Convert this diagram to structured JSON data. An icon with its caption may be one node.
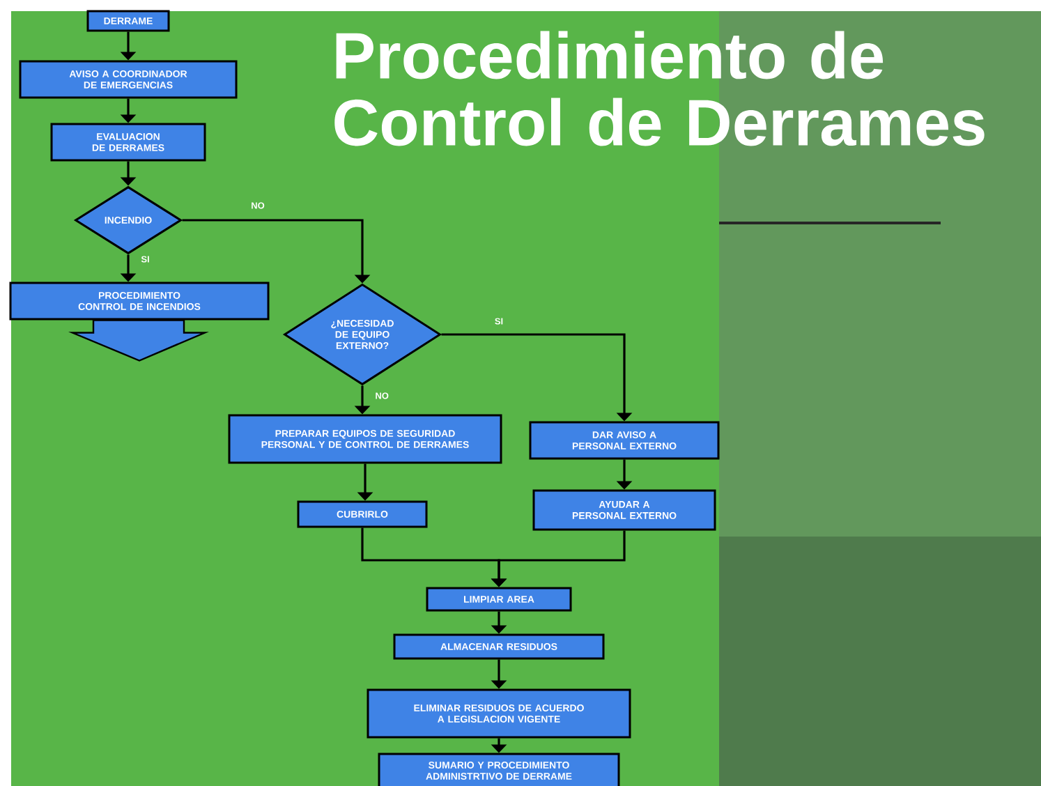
{
  "diagram": {
    "title": "Procedimiento de Control de Derrames",
    "nodes": [
      {
        "text": [
          "DERRAME"
        ]
      },
      {
        "text": [
          "AVISO A COORDINADOR DE EMERGENCIAS"
        ]
      },
      {
        "text": [
          "EVALUACION DE DERRAMES"
        ]
      },
      {
        "text": [
          "INCENDIO"
        ]
      },
      {
        "text": [
          "PROCEDIMIENTO CONTROL DE INCENDIOS"
        ]
      },
      {
        "text": [
          "¿NECESIDAD DE EQUIPO EXTERNO?"
        ]
      },
      {
        "text": [
          "PREPARAR EQUIPOS DE SEGURIDAD PERSONAL Y DE CONTROL DE DERRAMES"
        ]
      },
      {
        "text": [
          "DAR AVISO A PERSONAL EXTERNO"
        ]
      },
      {
        "text": [
          "CUBRIRLO"
        ]
      },
      {
        "text": [
          "AYUDAR A PERSONAL EXTERNO"
        ]
      },
      {
        "text": [
          "LIMPIAR AREA"
        ]
      },
      {
        "text": [
          "ALMACENAR RESIDUOS"
        ]
      },
      {
        "text": [
          "ELIMINAR RESIDUOS DE ACUERDO A LEGISLACION VIGENTE"
        ]
      },
      {
        "text": [
          "SUMARIO Y PROCEDIMIENTO ADMINISTRTIVO DE DERRAME"
        ]
      }
    ],
    "edges": [
      {
        "from": 0,
        "to": 1,
        "arrow": "to"
      },
      {
        "from": 1,
        "to": 2,
        "arrow": "to"
      },
      {
        "from": 2,
        "to": 3,
        "arrow": "to"
      },
      {
        "from": 3,
        "to": 5,
        "arrow": "to",
        "label": "NO"
      },
      {
        "from": 3,
        "to": 4,
        "arrow": "to",
        "label": "SI"
      },
      {
        "from": 4,
        "to": null,
        "arrow": "to"
      },
      {
        "from": 5,
        "to": 7,
        "arrow": "to",
        "label": "SI"
      },
      {
        "from": 5,
        "to": 6,
        "arrow": "to",
        "label": "NO"
      },
      {
        "from": 6,
        "to": 8,
        "arrow": "to"
      },
      {
        "from": 7,
        "to": 9,
        "arrow": "to"
      },
      {
        "from": 8,
        "to": 10,
        "arrow": "to"
      },
      {
        "from": 9,
        "to": 10,
        "arrow": "to"
      },
      {
        "from": 10,
        "to": 11,
        "arrow": "to"
      },
      {
        "from": 11,
        "to": 12,
        "arrow": "to"
      },
      {
        "from": 12,
        "to": 13,
        "arrow": "to"
      }
    ]
  }
}
